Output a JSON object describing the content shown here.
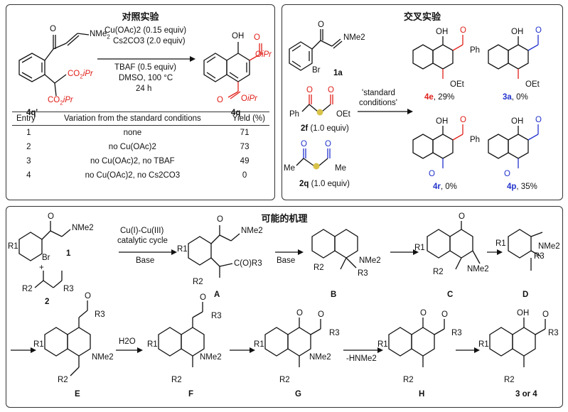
{
  "panel_control": {
    "title": "对照实验",
    "sm_label": "4q'",
    "sm_nme2": "NMe",
    "sm_nme2_sub": "2",
    "sm_ester1": "CO",
    "sm_ester1_tail": "2",
    "sm_ester1_r": "iPr",
    "sm_ester2": "CO",
    "sm_ester2_tail": "2",
    "sm_ester2_r": "iPr",
    "cond1": "Cu(OAc)2 (0.15 equiv)",
    "cond2": "Cs2CO3 (2.0 equiv)",
    "cond3": "TBAF (0.5 equiv)",
    "cond4": "DMSO, 100 °C",
    "cond5": "24 h",
    "prod_label": "4q",
    "prod_oh": "OH",
    "prod_ester_top": "O",
    "prod_ester_top_r": "iPr",
    "prod_ester_bot": "O",
    "prod_ester_bot_r": "iPr",
    "table": {
      "headers": [
        "Entry",
        "Variation from the standard conditions",
        "Yield (%)"
      ],
      "rows": [
        [
          "1",
          "none",
          "71"
        ],
        [
          "2",
          "no Cu(OAc)2",
          "73"
        ],
        [
          "3",
          "no Cu(OAc)2, no TBAF",
          "49"
        ],
        [
          "4",
          "no Cu(OAc)2, no Cs2CO3",
          "0"
        ]
      ]
    }
  },
  "panel_cross": {
    "title": "交叉实验",
    "sm1_label": "1a",
    "sm1_nme2": "NMe2",
    "sm1_br": "Br",
    "sm2_label": "2f",
    "sm2_equiv": "(1.0 equiv)",
    "sm2_ph": "Ph",
    "sm2_oet": "OEt",
    "sm3_label": "2q",
    "sm3_equiv": "(1.0 equiv)",
    "sm3_me1": "Me",
    "sm3_me2": "Me",
    "cond1": "'standard",
    "cond2": "conditions'",
    "p1_label": "4e",
    "p1_yield": ", 29%",
    "p1_oh": "OH",
    "p1_ph": "Ph",
    "p1_oet": "OEt",
    "p2_label": "3a",
    "p2_yield": ", 0%",
    "p2_oh": "OH",
    "p2_oet": "OEt",
    "p3_label": "4r",
    "p3_yield": ", 0%",
    "p3_oh": "OH",
    "p3_ph": "Ph",
    "p4_label": "4p",
    "p4_yield": ", 35%",
    "p4_oh": "OH"
  },
  "panel_mech": {
    "title": "可能的机理",
    "sm1_label": "1",
    "sm1_br": "Br",
    "sm1_r1": "R1",
    "sm1_nme2": "NMe2",
    "plus": "+",
    "sm2_label": "2",
    "sm2_r2": "R2",
    "sm2_r3": "R3",
    "step1_a": "Cu(I)-Cu(III)",
    "step1_b": "catalytic cycle",
    "step1_c": "Base",
    "A_label": "A",
    "A_group": "C(O)R3",
    "A_r2": "R2",
    "A_nme2": "NMe2",
    "step2": "Base",
    "B_label": "B",
    "C_label": "C",
    "D_label": "D",
    "E_label": "E",
    "step_h2o": "H2O",
    "F_label": "F",
    "G_label": "G",
    "step_hnme2": "-HNMe2",
    "H_label": "H",
    "final_label": "3 or 4",
    "nme2": "NMe2",
    "r1": "R1",
    "r2": "R2",
    "r3": "R3",
    "o": "O",
    "oh": "OH"
  }
}
